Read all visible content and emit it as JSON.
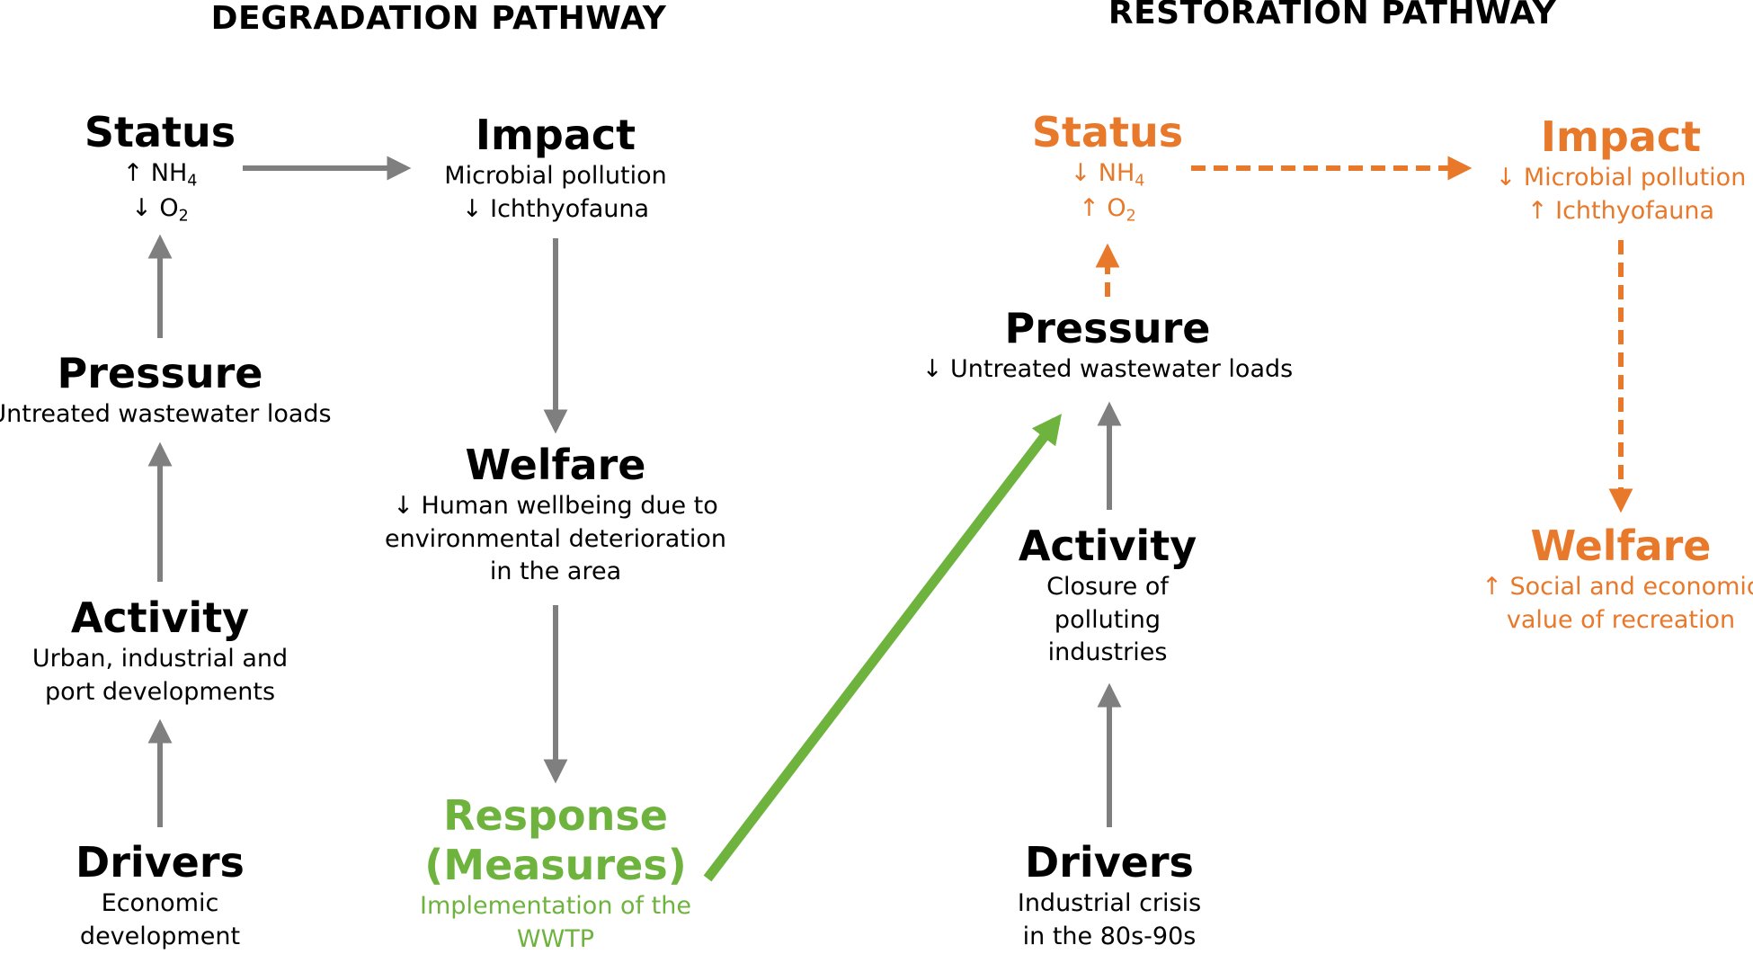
{
  "colors": {
    "gray_arrow": "#7f7f7f",
    "orange": "#e8782a",
    "green": "#6fb33f",
    "text": "#000000"
  },
  "headings": {
    "degradation": "DEGRADATION PATHWAY",
    "restoration": "RESTORATION PATHWAY"
  },
  "degradation": {
    "status": {
      "title": "Status",
      "line1_arrow": "↑",
      "line1_text": "NH",
      "line1_sub": "4",
      "line2_arrow": "↓",
      "line2_text": "O",
      "line2_sub": "2"
    },
    "impact": {
      "title": "Impact",
      "line1": "Microbial pollution",
      "line2": "↓ Ichthyofauna"
    },
    "pressure": {
      "title": "Pressure",
      "line1": "Untreated wastewater loads"
    },
    "welfare": {
      "title": "Welfare",
      "line1": "↓ Human wellbeing due to",
      "line2": "environmental deterioration",
      "line3": "in the area"
    },
    "activity": {
      "title": "Activity",
      "line1": "Urban, industrial and",
      "line2": "port developments"
    },
    "drivers": {
      "title": "Drivers",
      "line1": "Economic",
      "line2": "development"
    },
    "response": {
      "title1": "Response",
      "title2": "(Measures)",
      "line1": "Implementation of the",
      "line2": "WWTP"
    }
  },
  "restoration": {
    "status": {
      "title": "Status",
      "line1_arrow": "↓",
      "line1_text": "NH",
      "line1_sub": "4",
      "line2_arrow": "↑",
      "line2_text": "O",
      "line2_sub": "2"
    },
    "impact": {
      "title": "Impact",
      "line1": "↓ Microbial pollution",
      "line2": "↑ Ichthyofauna"
    },
    "pressure": {
      "title": "Pressure",
      "line1": "↓ Untreated wastewater loads"
    },
    "activity": {
      "title": "Activity",
      "line1": "Closure of",
      "line2": "polluting",
      "line3": "industries"
    },
    "welfare": {
      "title": "Welfare",
      "line1": "↑ Social and economic",
      "line2": "value of recreation"
    },
    "drivers": {
      "title": "Drivers",
      "line1": "Industrial crisis",
      "line2": "in the 80s-90s"
    }
  }
}
